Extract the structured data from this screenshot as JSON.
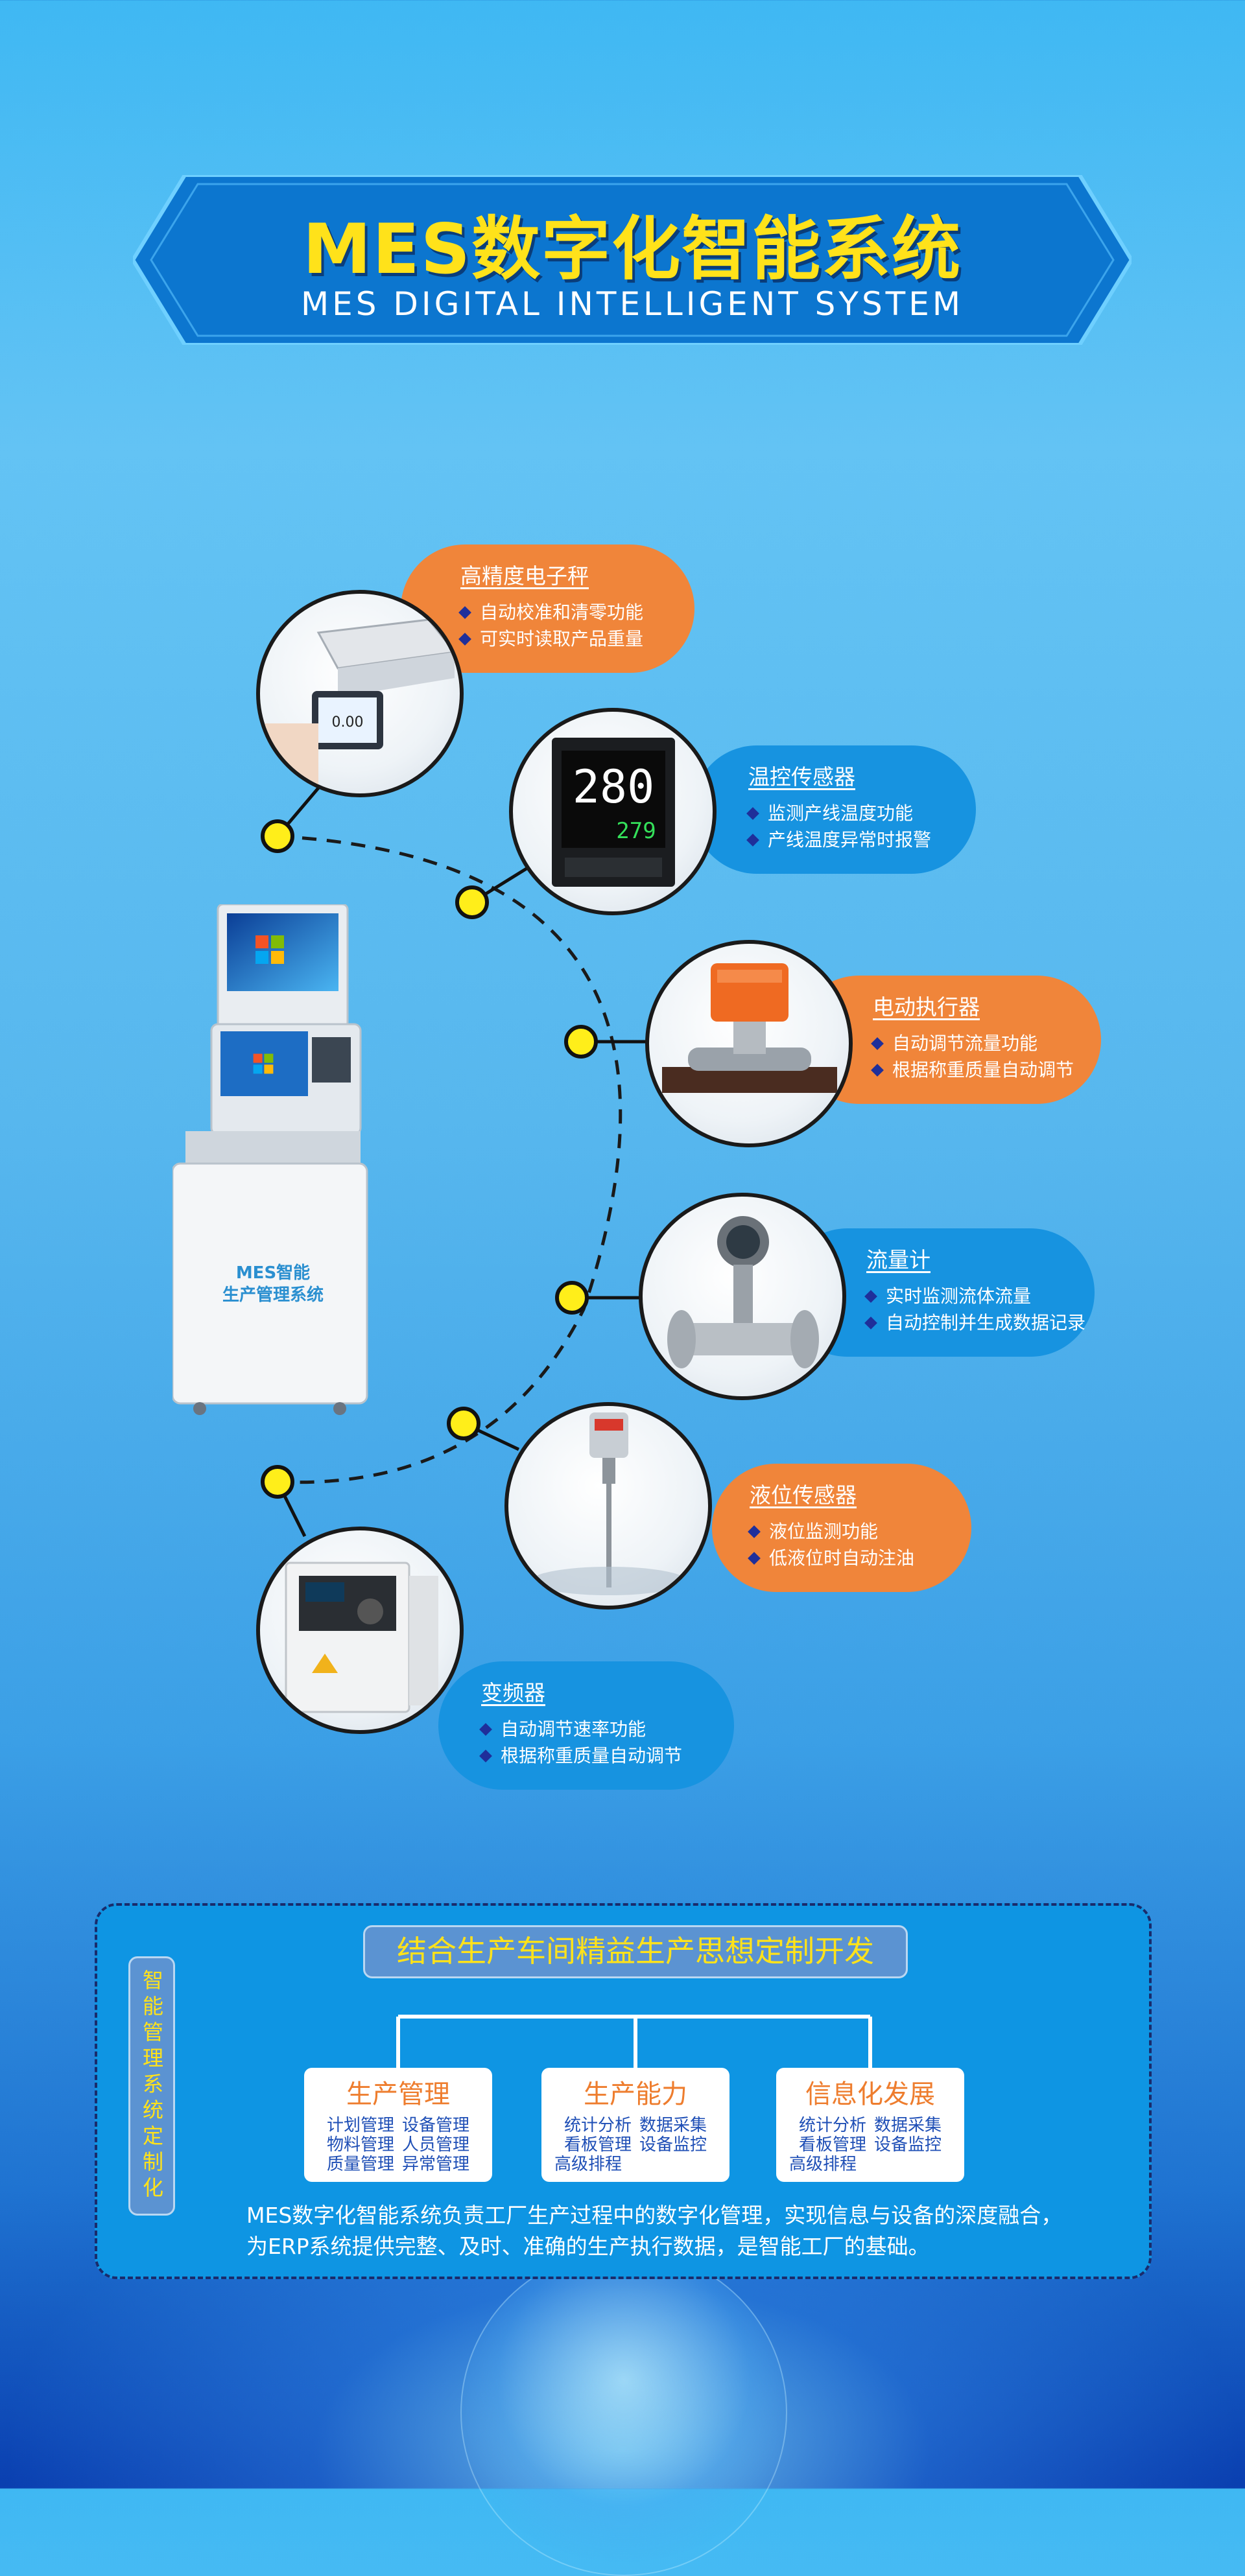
{
  "header": {
    "title": "MES数字化智能系统",
    "subtitle": "MES DIGITAL INTELLIGENT SYSTEM"
  },
  "kiosk": {
    "label_line1": "MES智能",
    "label_line2": "生产管理系统"
  },
  "devices": [
    {
      "name": "高精度电子秤",
      "features": [
        "自动校准和清零功能",
        "可实时读取产品重量"
      ],
      "display": "0.00"
    },
    {
      "name": "温控传感器",
      "features": [
        "监测产线温度功能",
        "产线温度异常时报警"
      ],
      "display_main": "280",
      "display_sub": "279"
    },
    {
      "name": "电动执行器",
      "features": [
        "自动调节流量功能",
        "根据称重质量自动调节"
      ]
    },
    {
      "name": "流量计",
      "features": [
        "实时监测流体流量",
        "自动控制并生成数据记录"
      ]
    },
    {
      "name": "液位传感器",
      "features": [
        "液位监测功能",
        "低液位时自动注油"
      ]
    },
    {
      "name": "变频器",
      "features": [
        "自动调节速率功能",
        "根据称重质量自动调节"
      ]
    }
  ],
  "panel": {
    "vertical_label": "智能管理系统定制化",
    "heading": "结合生产车间精益生产思想定制开发",
    "cards": [
      {
        "title": "生产管理",
        "rows": [
          [
            "计划管理",
            "设备管理"
          ],
          [
            "物料管理",
            "人员管理"
          ],
          [
            "质量管理",
            "异常管理"
          ]
        ]
      },
      {
        "title": "生产能力",
        "rows": [
          [
            "统计分析",
            "数据采集"
          ],
          [
            "看板管理",
            "设备监控"
          ],
          [
            "高级排程"
          ]
        ]
      },
      {
        "title": "信息化发展",
        "rows": [
          [
            "统计分析",
            "数据采集"
          ],
          [
            "看板管理",
            "设备监控"
          ],
          [
            "高级排程"
          ]
        ]
      }
    ],
    "description_line1": "MES数字化智能系统负责工厂生产过程中的数字化管理，实现信息与设备的深度融合，",
    "description_line2": "为ERP系统提供完整、及时、准确的生产执行数据，是智能工厂的基础。"
  },
  "colors": {
    "accent_orange": "#f0853a",
    "accent_blue": "#1793e0",
    "title_yellow": "#ffe21a",
    "dot_yellow": "#ffee1a"
  }
}
